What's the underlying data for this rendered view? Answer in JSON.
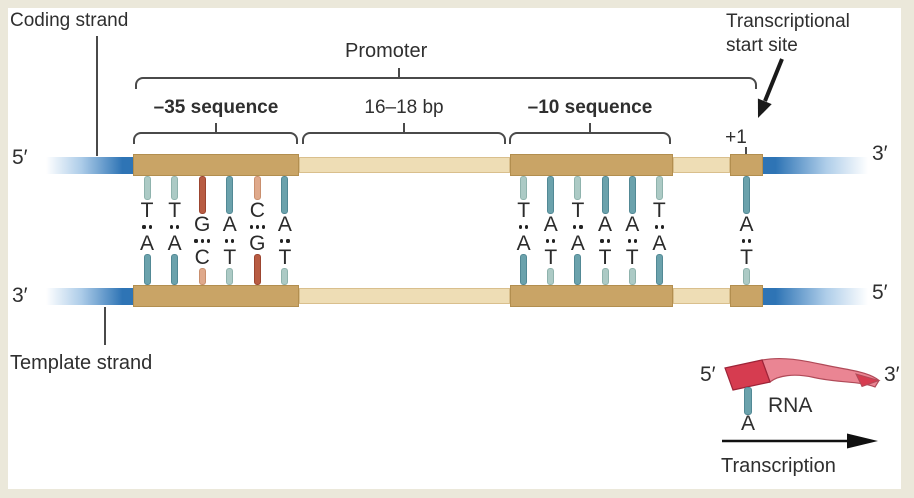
{
  "figure": {
    "coding_strand_label": "Coding strand",
    "template_strand_label": "Template strand",
    "promoter_label": "Promoter",
    "minus35_label": "–35 sequence",
    "spacer_label": "16–18 bp",
    "minus10_label": "–10 sequence",
    "plus1_label": "+1",
    "tss_label_line1": "Transcriptional",
    "tss_label_line2": "start site",
    "rna_label": "RNA",
    "transcription_label": "Transcription"
  },
  "strand_ends": {
    "top_left": "5′",
    "top_right": "3′",
    "bottom_left": "3′",
    "bottom_right": "5′",
    "rna_5": "5′",
    "rna_3": "3′"
  },
  "rna_base": "A",
  "base_pairs": {
    "minus35": [
      {
        "top": "T",
        "bottom": "A",
        "bonds": 2
      },
      {
        "top": "T",
        "bottom": "A",
        "bonds": 2
      },
      {
        "top": "G",
        "bottom": "C",
        "bonds": 3
      },
      {
        "top": "A",
        "bottom": "T",
        "bonds": 2
      },
      {
        "top": "C",
        "bottom": "G",
        "bonds": 3
      },
      {
        "top": "A",
        "bottom": "T",
        "bonds": 2
      }
    ],
    "minus10": [
      {
        "top": "T",
        "bottom": "A",
        "bonds": 2
      },
      {
        "top": "A",
        "bottom": "T",
        "bonds": 2
      },
      {
        "top": "T",
        "bottom": "A",
        "bonds": 2
      },
      {
        "top": "A",
        "bottom": "T",
        "bonds": 2
      },
      {
        "top": "A",
        "bottom": "T",
        "bonds": 2
      },
      {
        "top": "T",
        "bottom": "A",
        "bonds": 2
      }
    ],
    "plus1": [
      {
        "top": "A",
        "bottom": "T",
        "bonds": 2
      }
    ]
  },
  "colors": {
    "base_A": "#6ba2ac",
    "base_A_border": "#528995",
    "base_T": "#accac5",
    "base_T_border": "#8fb3ad",
    "base_G": "#b85c42",
    "base_G_border": "#9c4530",
    "base_C": "#dfa98b",
    "base_C_border": "#c98f6e",
    "box_tan": "#c9a466",
    "spacer_beige": "#eeddb5",
    "strand_blue": "#2e74b5",
    "rna_red": "#d63c50",
    "rna_pink": "#ea8593",
    "frame_cream": "#ebe8da"
  }
}
